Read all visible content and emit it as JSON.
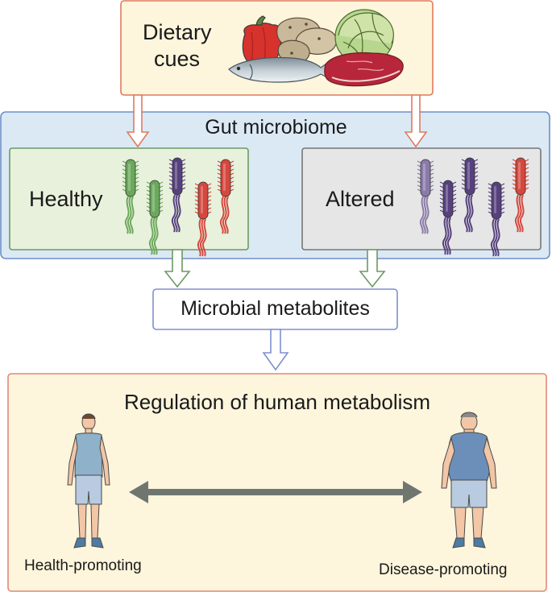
{
  "dietary": {
    "label_line1": "Dietary",
    "label_line2": "cues"
  },
  "microbiome": {
    "title": "Gut microbiome",
    "healthy_label": "Healthy",
    "altered_label": "Altered"
  },
  "metabolites": {
    "label": "Microbial metabolites"
  },
  "regulation": {
    "title": "Regulation of human metabolism",
    "left_label": "Health-promoting",
    "right_label": "Disease-promoting"
  },
  "colors": {
    "dietary_border": "#e07a5f",
    "dietary_fill": "#fdf5dc",
    "microbiome_border": "#6e8fc9",
    "microbiome_fill": "#dbe9f4",
    "healthy_border": "#6b9a64",
    "healthy_fill": "#e8f1dc",
    "altered_border": "#777777",
    "altered_fill": "#e6e6e6",
    "metabolites_border": "#7e8fd0",
    "regulation_border": "#e0887a",
    "regulation_fill": "#fdf5dc",
    "bacteria_green": "#6aa95b",
    "bacteria_purple": "#56407e",
    "bacteria_red": "#d6473d",
    "bacteria_lilac": "#8a7aa8",
    "arrow_grey": "#6f7670"
  },
  "icons": {
    "food": [
      "bell-pepper-icon",
      "potatoes-icon",
      "cabbage-icon",
      "fish-icon",
      "steak-icon"
    ],
    "bacteria": "bacterium-icon",
    "people": [
      "lean-person-icon",
      "obese-person-icon"
    ]
  }
}
